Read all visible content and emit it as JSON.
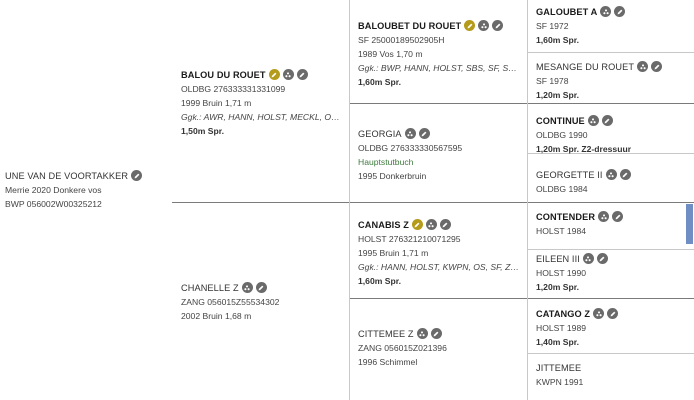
{
  "gen1": {
    "name": "UNE VAN DE VOORTAKKER",
    "line1": "Merrie 2020 Donkere vos",
    "line2": "BWP 056002W00325212"
  },
  "gen2": [
    {
      "name": "BALOU DU ROUET",
      "line1": "OLDBG 276333331331099",
      "line2": "1999 Bruin 1,71 m",
      "line3": "Ggk.: AWR, HANN, HOLST, MECKL, OLDB...",
      "line4": "1,50m Spr."
    },
    {
      "name": "CHANELLE Z",
      "line1": "ZANG 056015Z55534302",
      "line2": "2002 Bruin 1,68 m"
    }
  ],
  "gen3": [
    {
      "name": "BALOUBET DU ROUET",
      "line1": "SF 25000189502905H",
      "line2": "1989 Vos 1,70 m",
      "line3": "Ggk.: BWP, HANN, HOLST, SBS, SF, SWB",
      "line4": "1,60m Spr."
    },
    {
      "name": "GEORGIA",
      "line1": "OLDBG 276333330567595",
      "line2": "Hauptstutbuch",
      "line3": "1995 Donkerbruin"
    },
    {
      "name": "CANABIS Z",
      "line1": "HOLST 276321210071295",
      "line2": "1995 Bruin 1,71 m",
      "line3": "Ggk.: HANN, HOLST, KWPN, OS, SF, ZANG",
      "line4": "1,60m Spr."
    },
    {
      "name": "CITTEMEE Z",
      "line1": "ZANG 056015Z021396",
      "line2": "1996 Schimmel"
    }
  ],
  "gen4": [
    {
      "name": "GALOUBET A",
      "line1": "SF 1972",
      "line2": "1,60m Spr."
    },
    {
      "name": "MESANGE DU ROUET",
      "line1": "SF 1978",
      "line2": "1,20m Spr."
    },
    {
      "name": "CONTINUE",
      "line1": "OLDBG 1990",
      "line2": "1,20m Spr. Z2-dressuur"
    },
    {
      "name": "GEORGETTE II",
      "line1": "OLDBG 1984"
    },
    {
      "name": "CONTENDER",
      "line1": "HOLST 1984"
    },
    {
      "name": "EILEEN III",
      "line1": "HOLST 1990",
      "line2": "1,20m Spr."
    },
    {
      "name": "CATANGO Z",
      "line1": "HOLST 1989",
      "line2": "1,40m Spr."
    },
    {
      "name": "JITTEMEE",
      "line1": "KWPN 1991"
    }
  ],
  "icons": {
    "edit": "pencil-icon",
    "family": "family-icon",
    "star": "gold-star-pencil-icon"
  },
  "colors": {
    "gold": "#b59b1a",
    "icon": "#6a6a6a",
    "green_text": "#3f7a3f",
    "accent_bar": "#6f8fc4"
  }
}
